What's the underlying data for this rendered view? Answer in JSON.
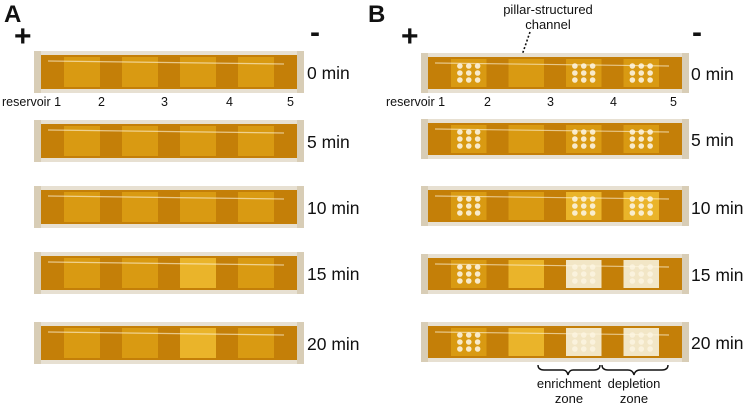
{
  "panels": [
    {
      "letter": "A",
      "plus": "+",
      "minus": "-",
      "reservoir_labels": [
        "reservoir 1",
        "2",
        "3",
        "4",
        "5"
      ],
      "times": [
        "0 min",
        "5 min",
        "10 min",
        "15 min",
        "20 min"
      ],
      "has_pillars": false
    },
    {
      "letter": "B",
      "plus": "+",
      "minus": "-",
      "reservoir_labels": [
        "reservoir 1",
        "2",
        "3",
        "4",
        "5"
      ],
      "times": [
        "0 min",
        "5 min",
        "10 min",
        "15 min",
        "20 min"
      ],
      "has_pillars": true,
      "pillar_annotation_line1": "pillar-structured",
      "pillar_annotation_line2": "channel",
      "enrichment_line1": "enrichment",
      "enrichment_line2": "zone",
      "depletion_line1": "depletion",
      "depletion_line2": "zone"
    }
  ],
  "colors": {
    "amber": "#d99a12",
    "amber_dark": "#c47f08",
    "amber_light": "#eab42a",
    "pale": "#f2e6c6",
    "frame": "#e7e0d2"
  }
}
